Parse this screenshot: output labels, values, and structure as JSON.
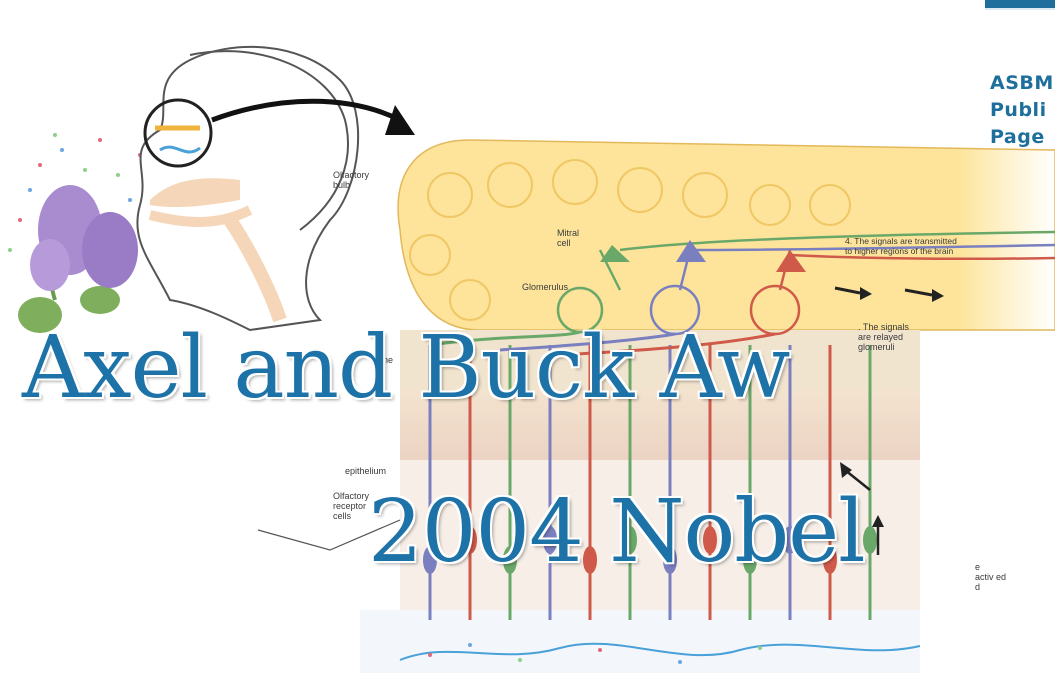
{
  "publication": {
    "lines": [
      "ASBMB",
      "Publi",
      "Page"
    ],
    "accent_color": "#1f6f9c"
  },
  "headline": {
    "line1": "Axel and Buck Aw",
    "line2": "2004 Nobel",
    "color": "#1d72a8"
  },
  "diagram_labels": {
    "olfactory_bulb": "Olfactory\nbulb",
    "mitral_cell": "Mitral\ncell",
    "glomerulus": "Glomerulus",
    "step4": "4. The signals are transmitted\n   to higher regions of the brain",
    "step3": ". The signals\nare relayed\nglomeruli",
    "bone": "Bone",
    "epithelium": "epithelium",
    "olfactory_receptor_cells": "Olfactory\nreceptor\ncells",
    "step_bottom": "e\nactiv ed\nd"
  },
  "illustration_icons": [
    "head-profile-icon",
    "lilac-flower-icon",
    "magnifier-circle-icon",
    "curved-arrow-icon"
  ]
}
